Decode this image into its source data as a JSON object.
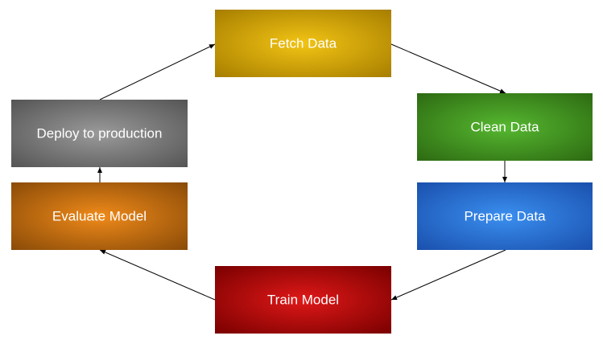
{
  "diagram": {
    "nodes": [
      {
        "id": "fetch",
        "label": "Fetch Data",
        "color_center": "#f2c414",
        "color_edge": "#a77e00"
      },
      {
        "id": "clean",
        "label": "Clean Data",
        "color_center": "#56b830",
        "color_edge": "#2d6a12"
      },
      {
        "id": "prepare",
        "label": "Prepare Data",
        "color_center": "#3a8ff0",
        "color_edge": "#1a50ad"
      },
      {
        "id": "train",
        "label": "Train Model",
        "color_center": "#e01818",
        "color_edge": "#7a0000"
      },
      {
        "id": "evaluate",
        "label": "Evaluate Model",
        "color_center": "#ef8a1a",
        "color_edge": "#8a4b07"
      },
      {
        "id": "deploy",
        "label": "Deploy to production",
        "color_center": "#9a9a9a",
        "color_edge": "#555555"
      }
    ],
    "edges": [
      {
        "from": "fetch",
        "to": "clean"
      },
      {
        "from": "clean",
        "to": "prepare"
      },
      {
        "from": "prepare",
        "to": "train"
      },
      {
        "from": "train",
        "to": "evaluate"
      },
      {
        "from": "evaluate",
        "to": "deploy"
      },
      {
        "from": "deploy",
        "to": "fetch"
      }
    ],
    "arrow_color": "#000000"
  }
}
